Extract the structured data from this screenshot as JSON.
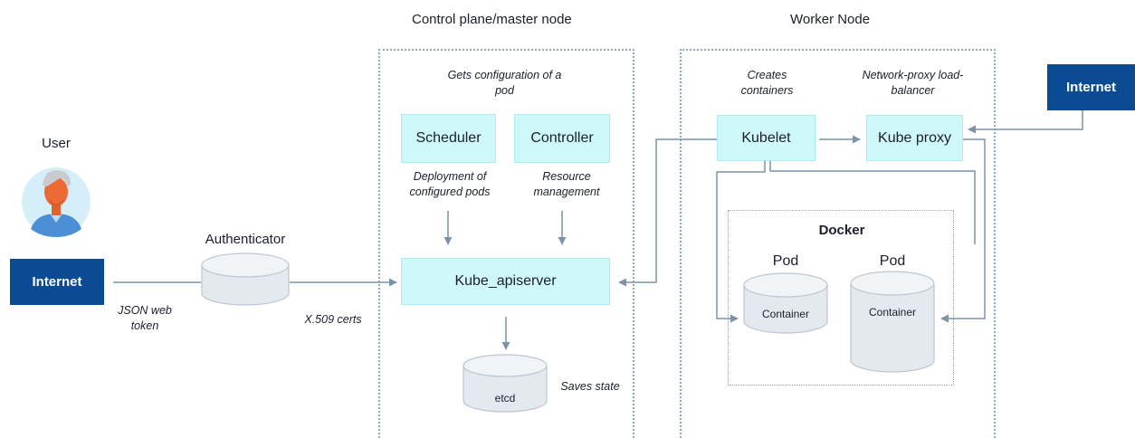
{
  "regions": {
    "control_plane_title": "Control plane/master node",
    "worker_title": "Worker Node"
  },
  "user": {
    "label": "User"
  },
  "internet_left": "Internet",
  "internet_right": "Internet",
  "authenticator": {
    "label": "Authenticator"
  },
  "edge_notes": {
    "jwt": "JSON web token",
    "x509": "X.509 certs",
    "saves_state": "Saves state"
  },
  "control_plane": {
    "config_note": "Gets configuration of a pod",
    "scheduler": "Scheduler",
    "controller": "Controller",
    "scheduler_note": "Deployment of configured pods",
    "controller_note": "Resource management",
    "apiserver": "Kube_apiserver",
    "etcd": "etcd"
  },
  "worker": {
    "kubelet_note": "Creates containers",
    "proxy_note": "Network-proxy load-balancer",
    "kubelet": "Kubelet",
    "kube_proxy": "Kube proxy",
    "docker": "Docker",
    "pod1": {
      "label": "Pod",
      "container": "Container"
    },
    "pod2": {
      "label": "Pod",
      "container": "Container"
    }
  },
  "colors": {
    "node_fill": "#cff8fb",
    "node_border": "#a8eef5",
    "internet_fill": "#0b4b94",
    "line": "#7b93a8",
    "region_border": "#8aa9c2"
  }
}
